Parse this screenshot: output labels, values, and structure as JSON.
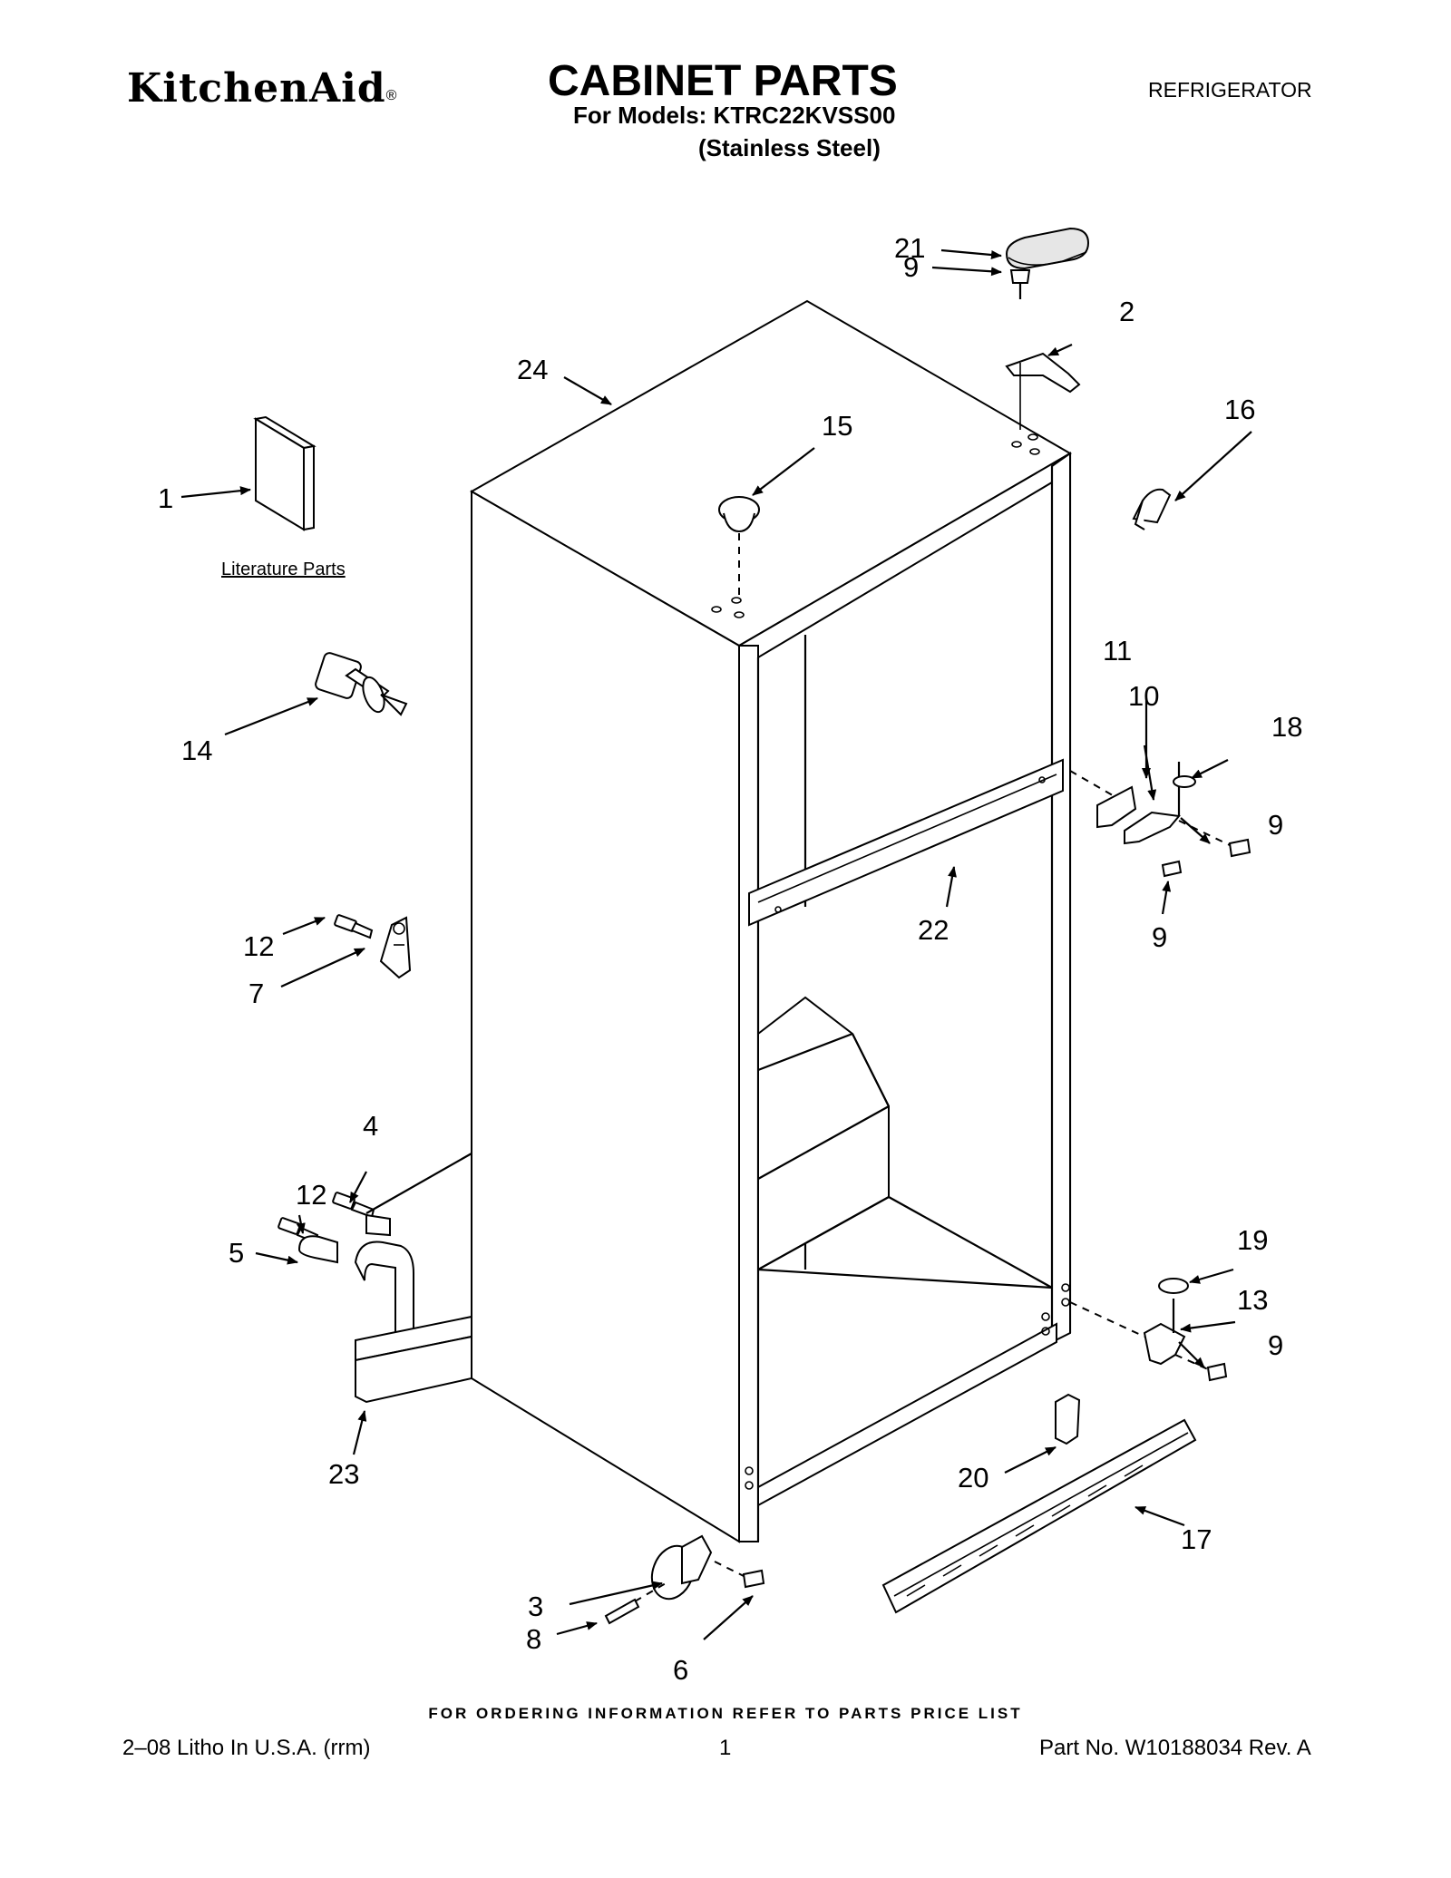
{
  "header": {
    "brand": "KitchenAid",
    "brand_mark": "®",
    "title": "CABINET PARTS",
    "models_line": "For Models: KTRC22KVSS00",
    "finish": "(Stainless Steel)",
    "category": "REFRIGERATOR"
  },
  "diagram": {
    "literature_label": "Literature Parts",
    "callouts": {
      "c1": "1",
      "c2": "2",
      "c3": "3",
      "c4": "4",
      "c5": "5",
      "c6": "6",
      "c7": "7",
      "c8": "8",
      "c9a": "9",
      "c9b": "9",
      "c9c": "9",
      "c9d": "9",
      "c10": "10",
      "c11": "11",
      "c12a": "12",
      "c12b": "12",
      "c13": "13",
      "c14": "14",
      "c15": "15",
      "c16": "16",
      "c17": "17",
      "c18": "18",
      "c19": "19",
      "c20": "20",
      "c21": "21",
      "c22": "22",
      "c23": "23",
      "c24": "24"
    }
  },
  "footer": {
    "ordering_note": "FOR ORDERING INFORMATION REFER TO PARTS PRICE LIST",
    "litho": "2–08 Litho In U.S.A. (rrm)",
    "page": "1",
    "part_no": "Part No. W10188034 Rev. A"
  }
}
